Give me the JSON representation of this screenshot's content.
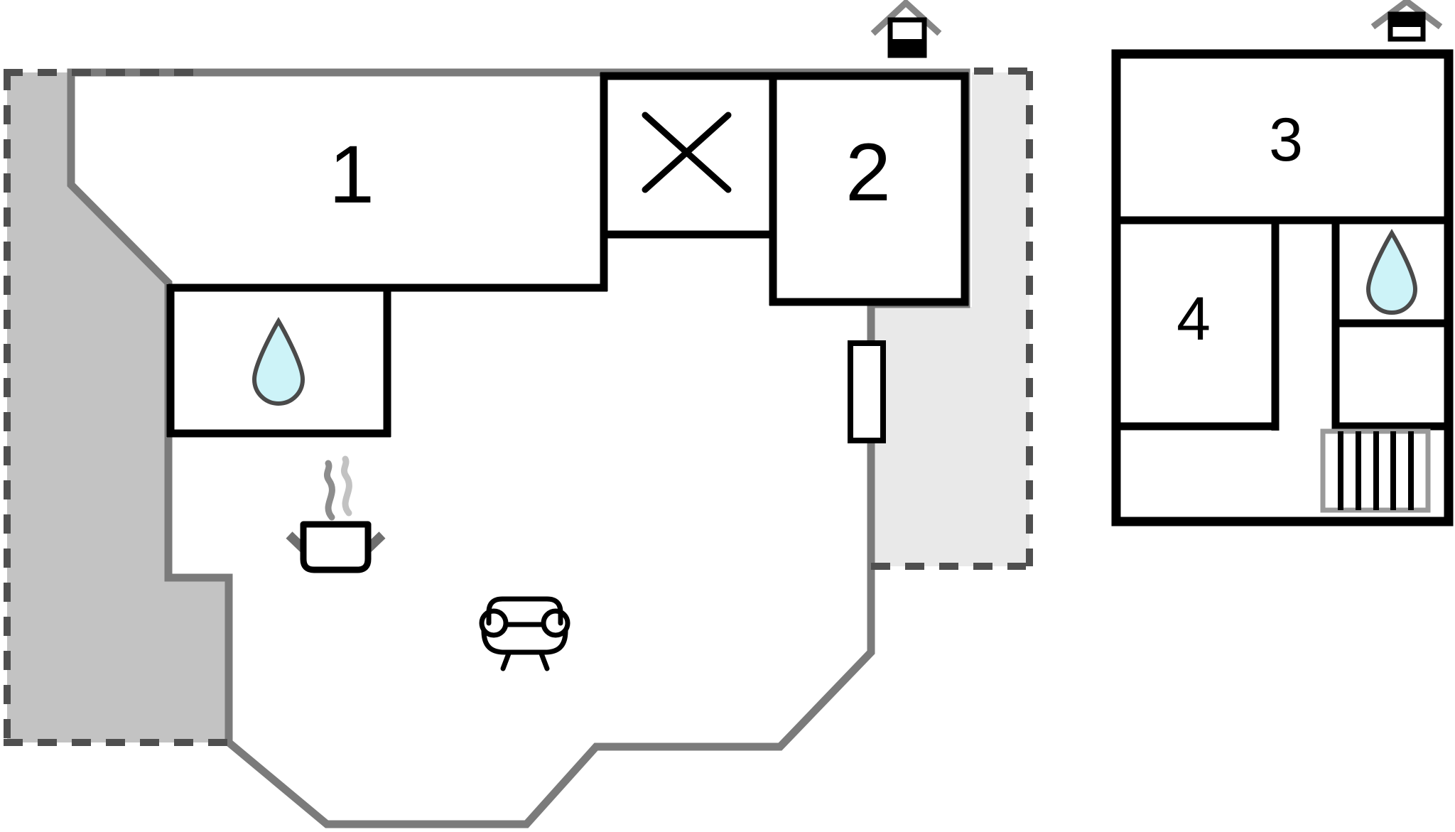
{
  "document": {
    "type": "holiday-home floor plan",
    "floors": [
      {
        "name": "ground floor",
        "rooms": [
          {
            "id": "room-1",
            "label": "1"
          },
          {
            "id": "room-2",
            "label": "2"
          },
          {
            "id": "room-x",
            "label": "",
            "marker": "x-cross"
          }
        ]
      },
      {
        "name": "upper floor",
        "rooms": [
          {
            "id": "room-3",
            "label": "3"
          },
          {
            "id": "room-4",
            "label": "4"
          }
        ]
      }
    ],
    "icons": [
      "water-drop-icon",
      "cooking-pot-icon",
      "steam-icon",
      "sofa-icon",
      "stairs-icon",
      "chimney-icon",
      "window-marker",
      "x-mark-icon"
    ],
    "colors": {
      "wall_gray": "#7b7b7b",
      "wall_black": "#000000",
      "terrace_dark": "#c3c3c3",
      "terrace_light": "#e9e9e9",
      "dash_line": "#4f4f4f",
      "drop_fill": "#cdf3f8",
      "drop_stroke": "#4a4a4a",
      "stairs_border": "#9a9a9a",
      "roof_gray": "#868686",
      "background": "#ffffff"
    }
  }
}
